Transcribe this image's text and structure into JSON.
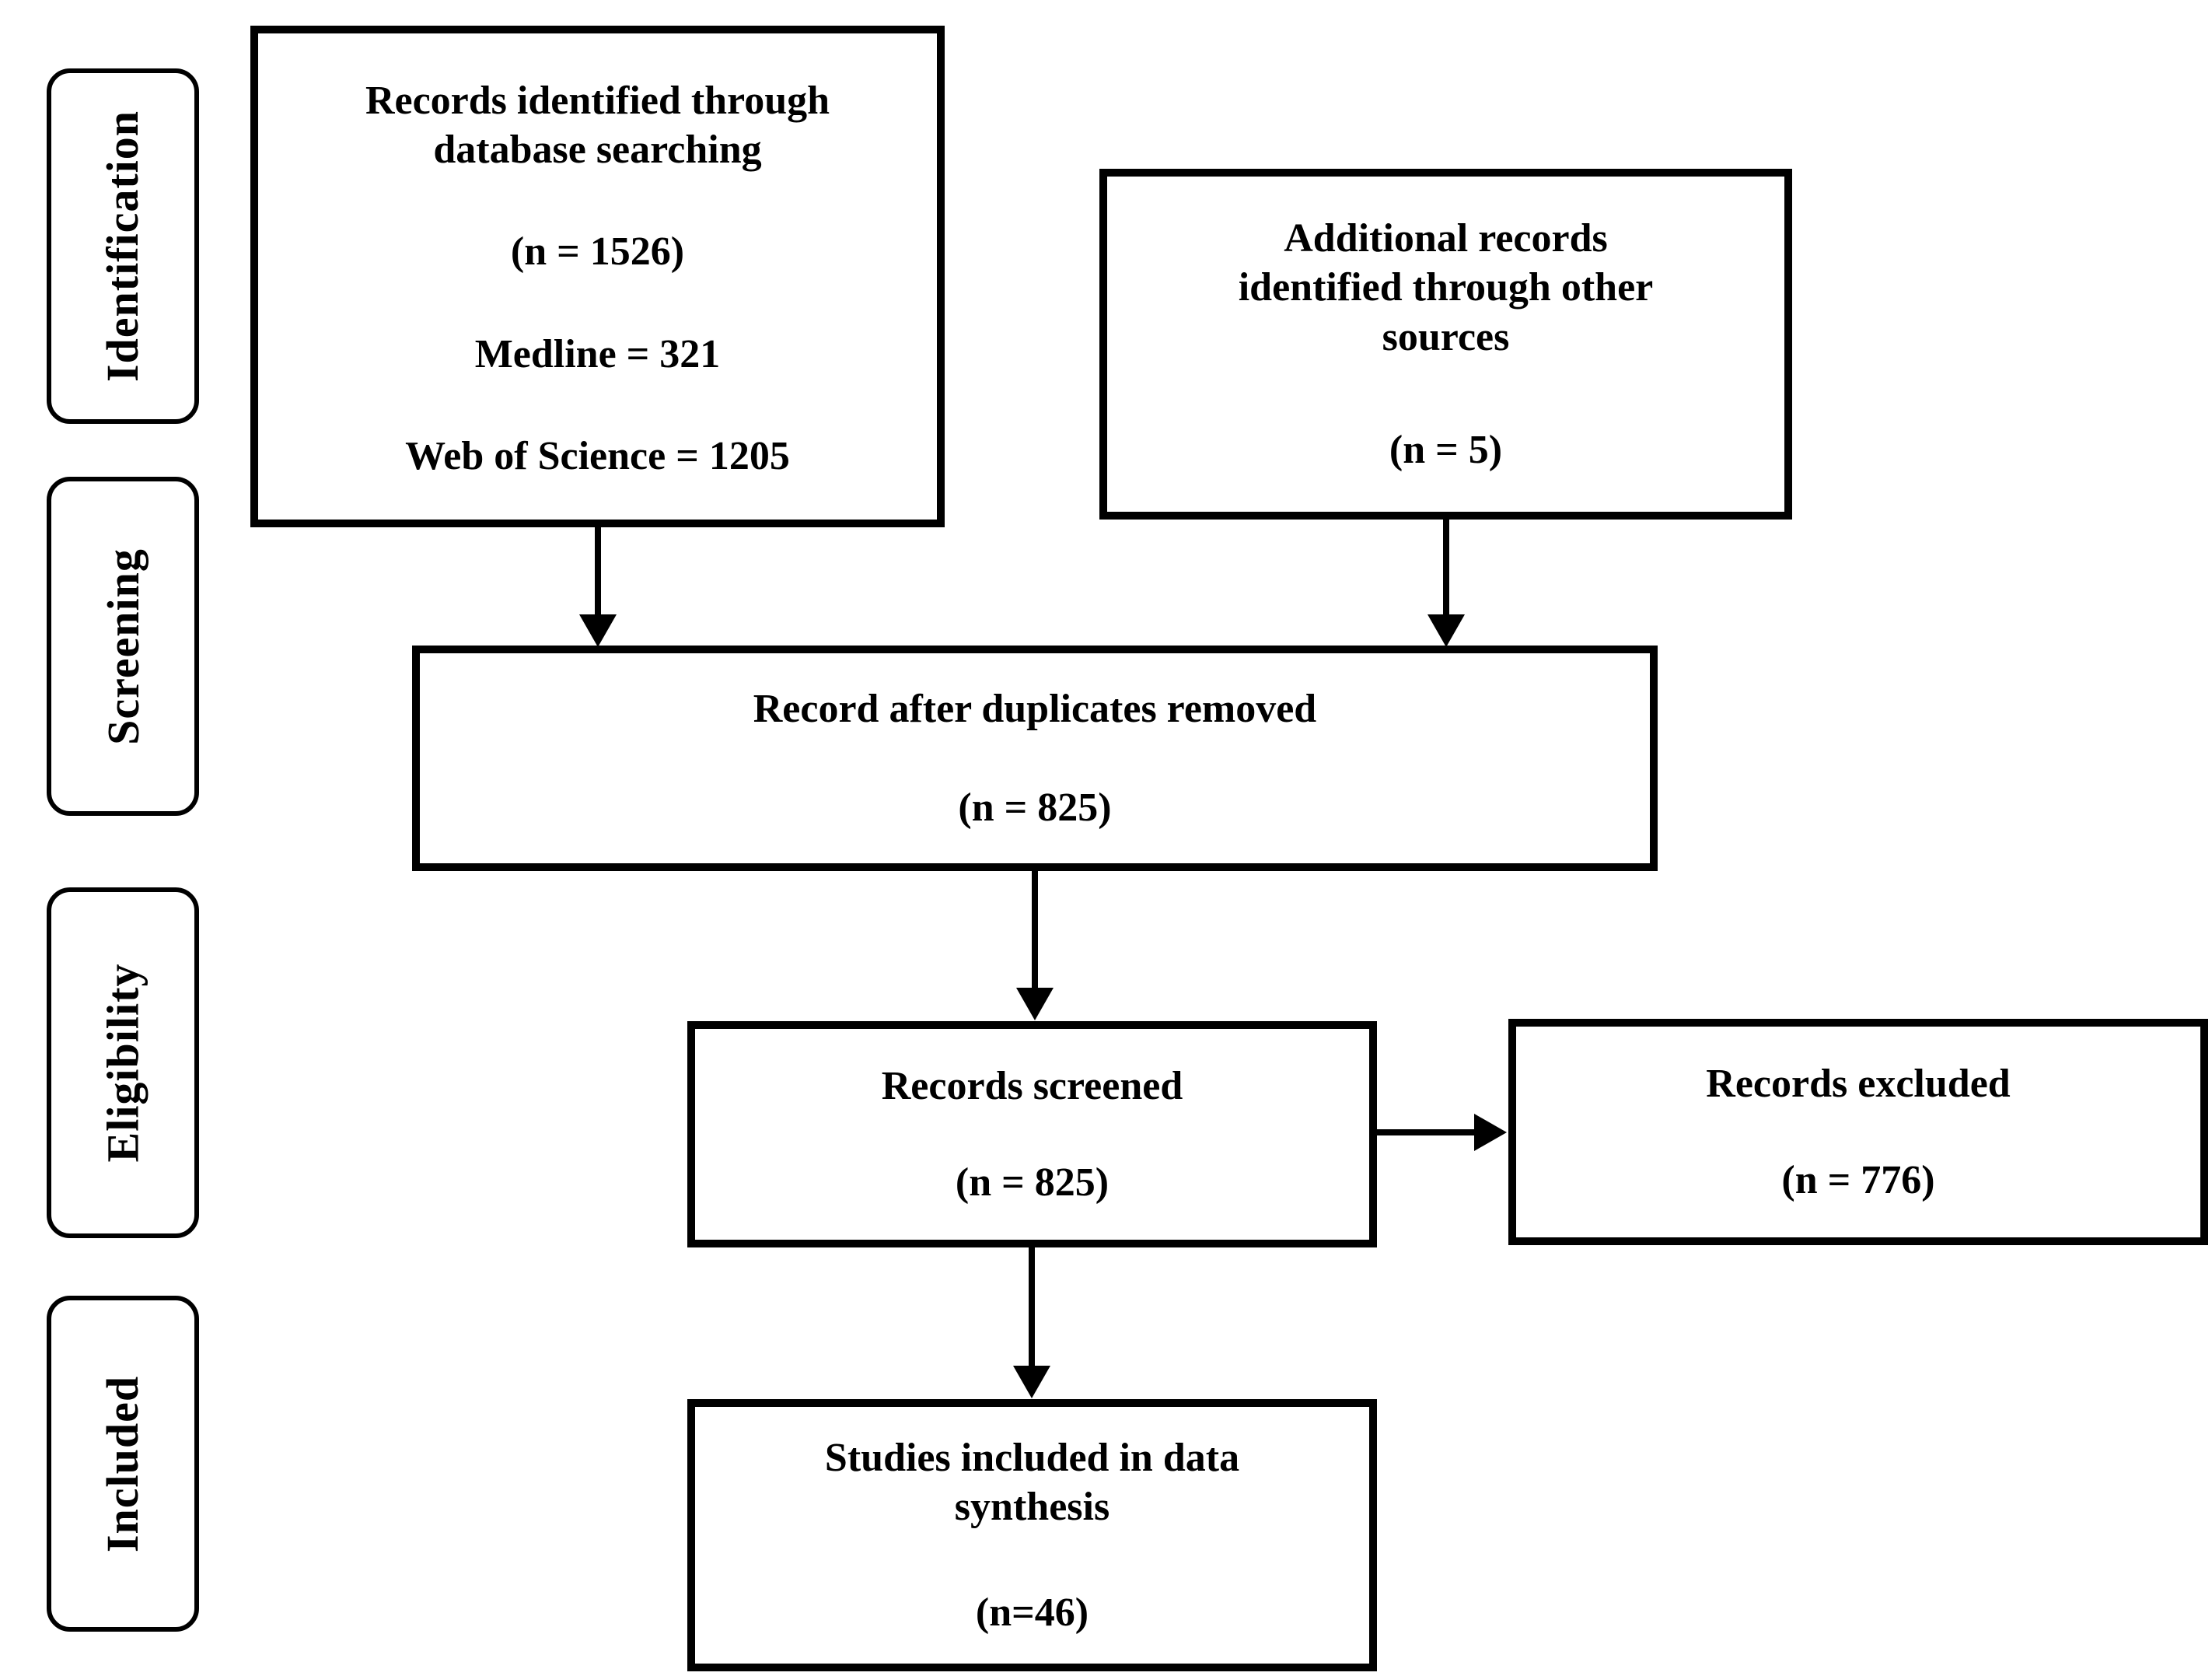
{
  "colors": {
    "border": "#000000",
    "background": "#ffffff",
    "text": "#000000"
  },
  "side_labels": {
    "identification": "Identification",
    "screening": "Screening",
    "eligibility": "Eligibility",
    "included": "Included"
  },
  "boxes": {
    "db_search": {
      "title": "Records identified through database searching",
      "count": "(n = 1526)",
      "medline": "Medline = 321",
      "web_of_science": "Web of Science = 1205"
    },
    "other_sources": {
      "title": "Additional records identified through other sources",
      "count": "(n = 5)"
    },
    "duplicates_removed": {
      "title": "Record after duplicates removed",
      "count": "(n = 825)"
    },
    "screened": {
      "title": "Records screened",
      "count": "(n = 825)"
    },
    "excluded": {
      "title": "Records excluded",
      "count": "(n = 776)"
    },
    "included_synthesis": {
      "title": "Studies included in data synthesis",
      "count": "(n=46)"
    }
  },
  "connections": [
    {
      "from": "db_search",
      "to": "duplicates_removed"
    },
    {
      "from": "other_sources",
      "to": "duplicates_removed"
    },
    {
      "from": "duplicates_removed",
      "to": "screened"
    },
    {
      "from": "screened",
      "to": "excluded"
    },
    {
      "from": "screened",
      "to": "included_synthesis"
    }
  ]
}
